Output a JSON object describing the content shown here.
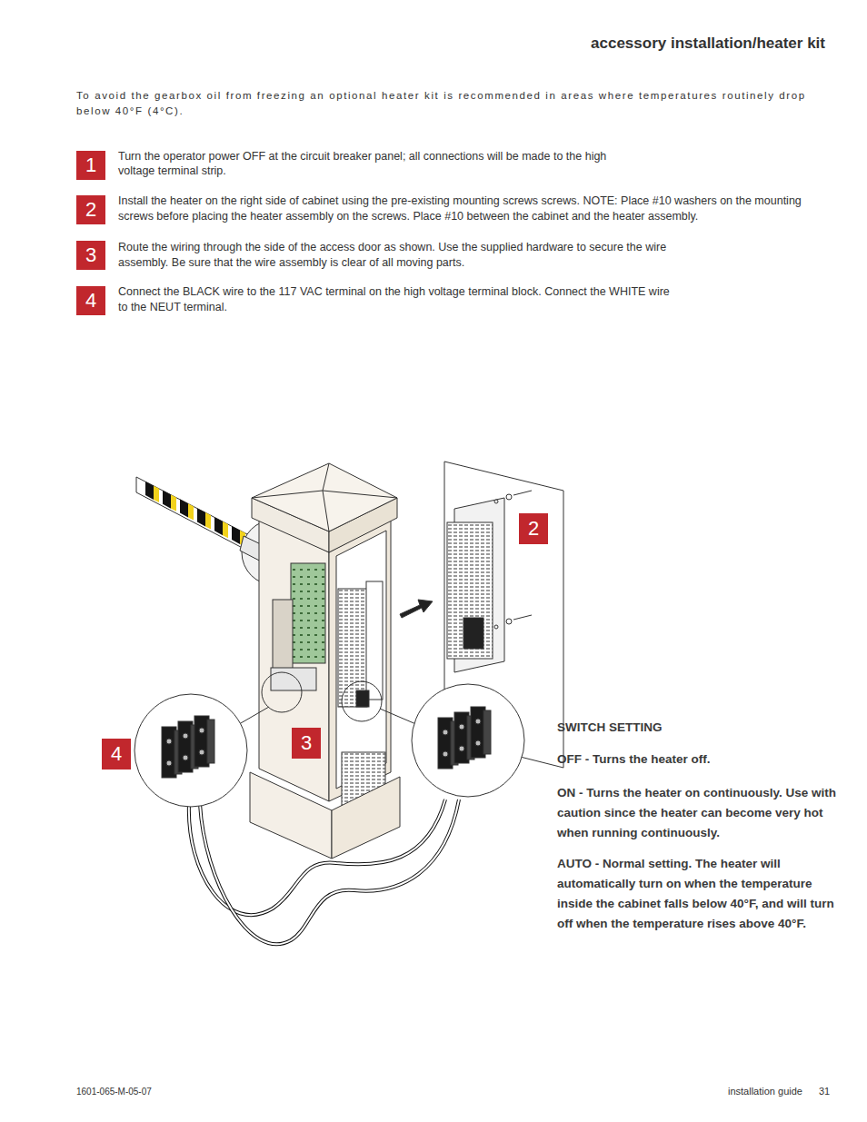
{
  "diagram": {
    "title": "accessory installation/heater kit",
    "nodes": [
      {
        "text": [
          "1"
        ]
      },
      {
        "text": [
          "2"
        ]
      },
      {
        "text": [
          "3"
        ]
      },
      {
        "text": [
          "4"
        ]
      },
      {
        "text": [
          "2"
        ]
      },
      {
        "text": [
          "4"
        ]
      },
      {
        "text": [
          "3"
        ]
      }
    ],
    "labels": [
      "To avoid the gearbox oil from freezing an optional heater kit is recommended in areas where temperatures routinely drop below 40°F (4°C).",
      "Turn the operator power OFF at the circuit breaker panel; all connections will be made to the high voltage terminal strip.",
      "Install the heater on the right side of cabinet using the pre-existing mounting screws screws.  NOTE: Place #10 washers on the mounting screws before placing the heater assembly on the screws.  Place #10 between the cabinet and the heater assembly.",
      "Route the wiring through the side of the access door as shown.  Use the supplied hardware to secure the wire assembly.  Be sure that the wire assembly is clear of all moving parts.",
      "Connect the BLACK wire to the 117 VAC terminal on the high voltage terminal block.  Connect the WHITE wire to the NEUT terminal.",
      "SWITCH SETTING",
      "OFF - Turns the heater off.",
      "ON - Turns the heater on continuously.  Use with caution since the heater can become very hot when running continuously.",
      "AUTO - Normal setting.  The heater will automatically turn on when the temperature inside the cabinet falls below 40°F, and will turn off when the temperature rises above 40°F.",
      "1601-065-M-05-07",
      "installation guide",
      "31"
    ]
  }
}
